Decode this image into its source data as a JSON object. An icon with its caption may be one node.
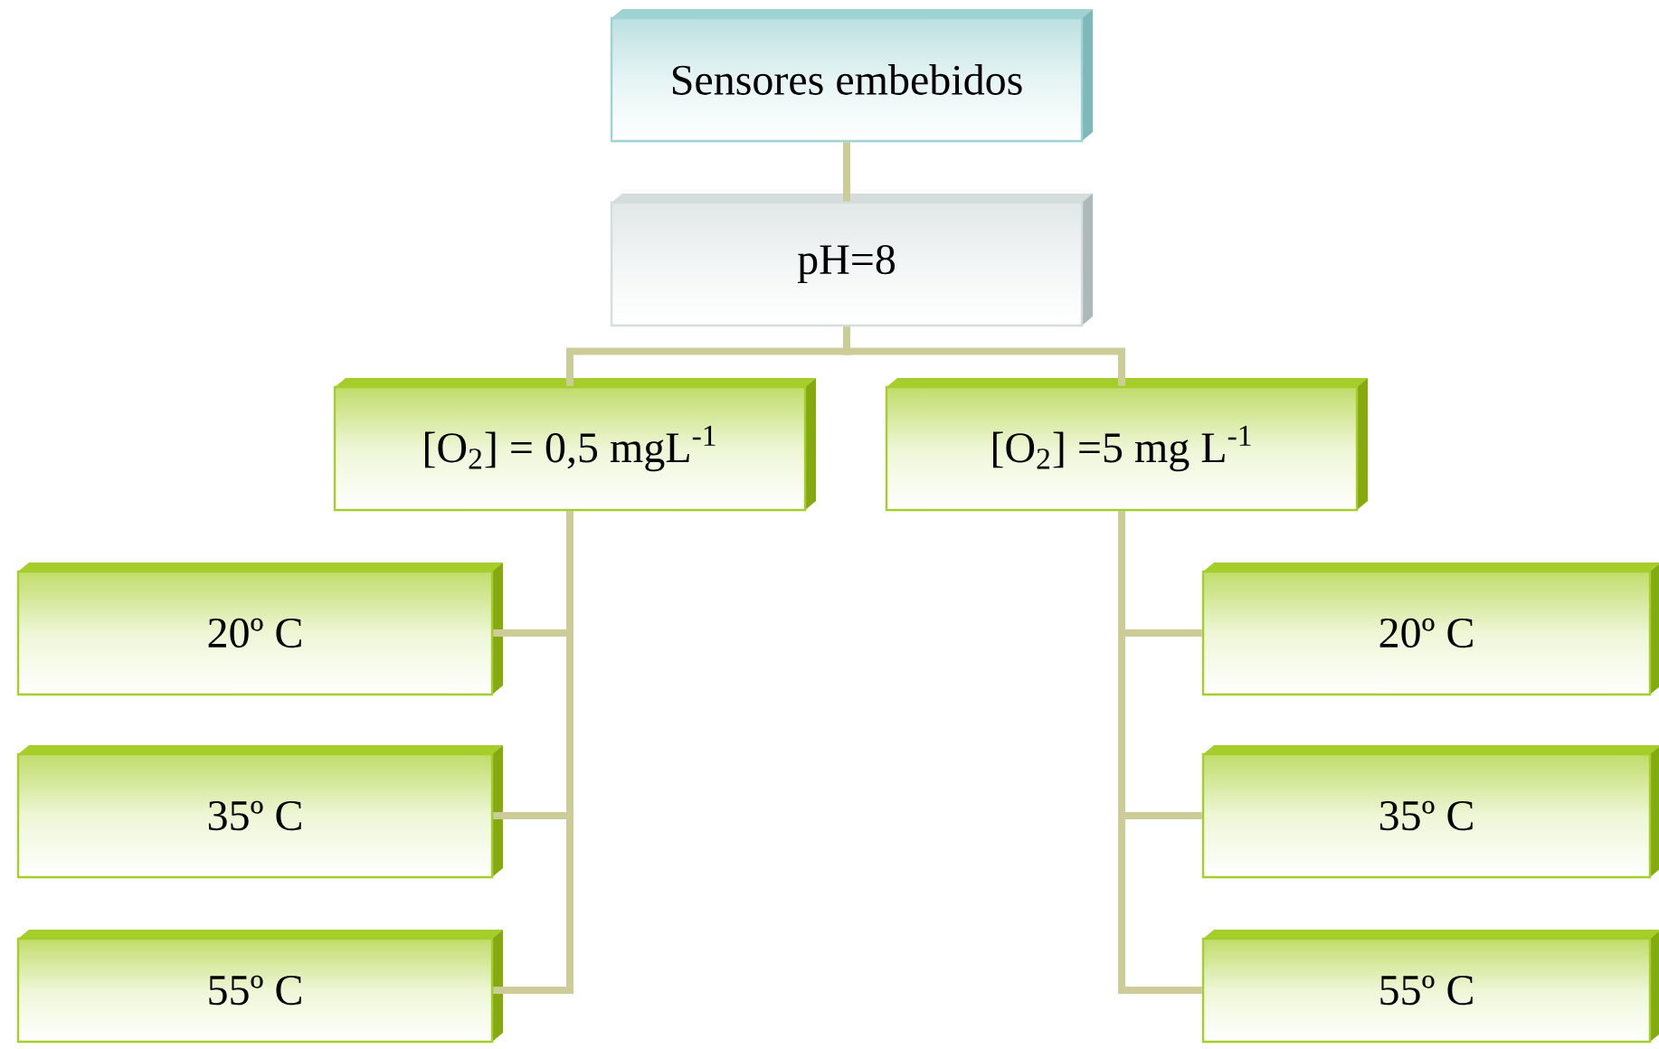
{
  "diagram": {
    "nodes": [
      {
        "text": [
          "Sensores embebidos"
        ]
      },
      {
        "text": [
          "pH=8"
        ]
      },
      {
        "text": [
          "[O$_{2}$] = 0,5 mgL$^{-1}$"
        ]
      },
      {
        "text": [
          "[O$_{2}$] =5 mg L$^{-1}$"
        ]
      },
      {
        "text": [
          "20º C"
        ]
      },
      {
        "text": [
          "35º C"
        ]
      },
      {
        "text": [
          "55º C"
        ]
      },
      {
        "text": [
          "20º C"
        ]
      },
      {
        "text": [
          "35º C"
        ]
      },
      {
        "text": [
          "55º C"
        ]
      }
    ],
    "edges": [
      {
        "from": 0,
        "to": 1,
        "arrow": "none"
      },
      {
        "from": 1,
        "to": 2,
        "arrow": "none"
      },
      {
        "from": 1,
        "to": 3,
        "arrow": "none"
      },
      {
        "from": 2,
        "to": 4,
        "arrow": "none"
      },
      {
        "from": 2,
        "to": 5,
        "arrow": "none"
      },
      {
        "from": 2,
        "to": 6,
        "arrow": "none"
      },
      {
        "from": 3,
        "to": 7,
        "arrow": "none"
      },
      {
        "from": 3,
        "to": 8,
        "arrow": "none"
      },
      {
        "from": 3,
        "to": 9,
        "arrow": "none"
      }
    ]
  }
}
